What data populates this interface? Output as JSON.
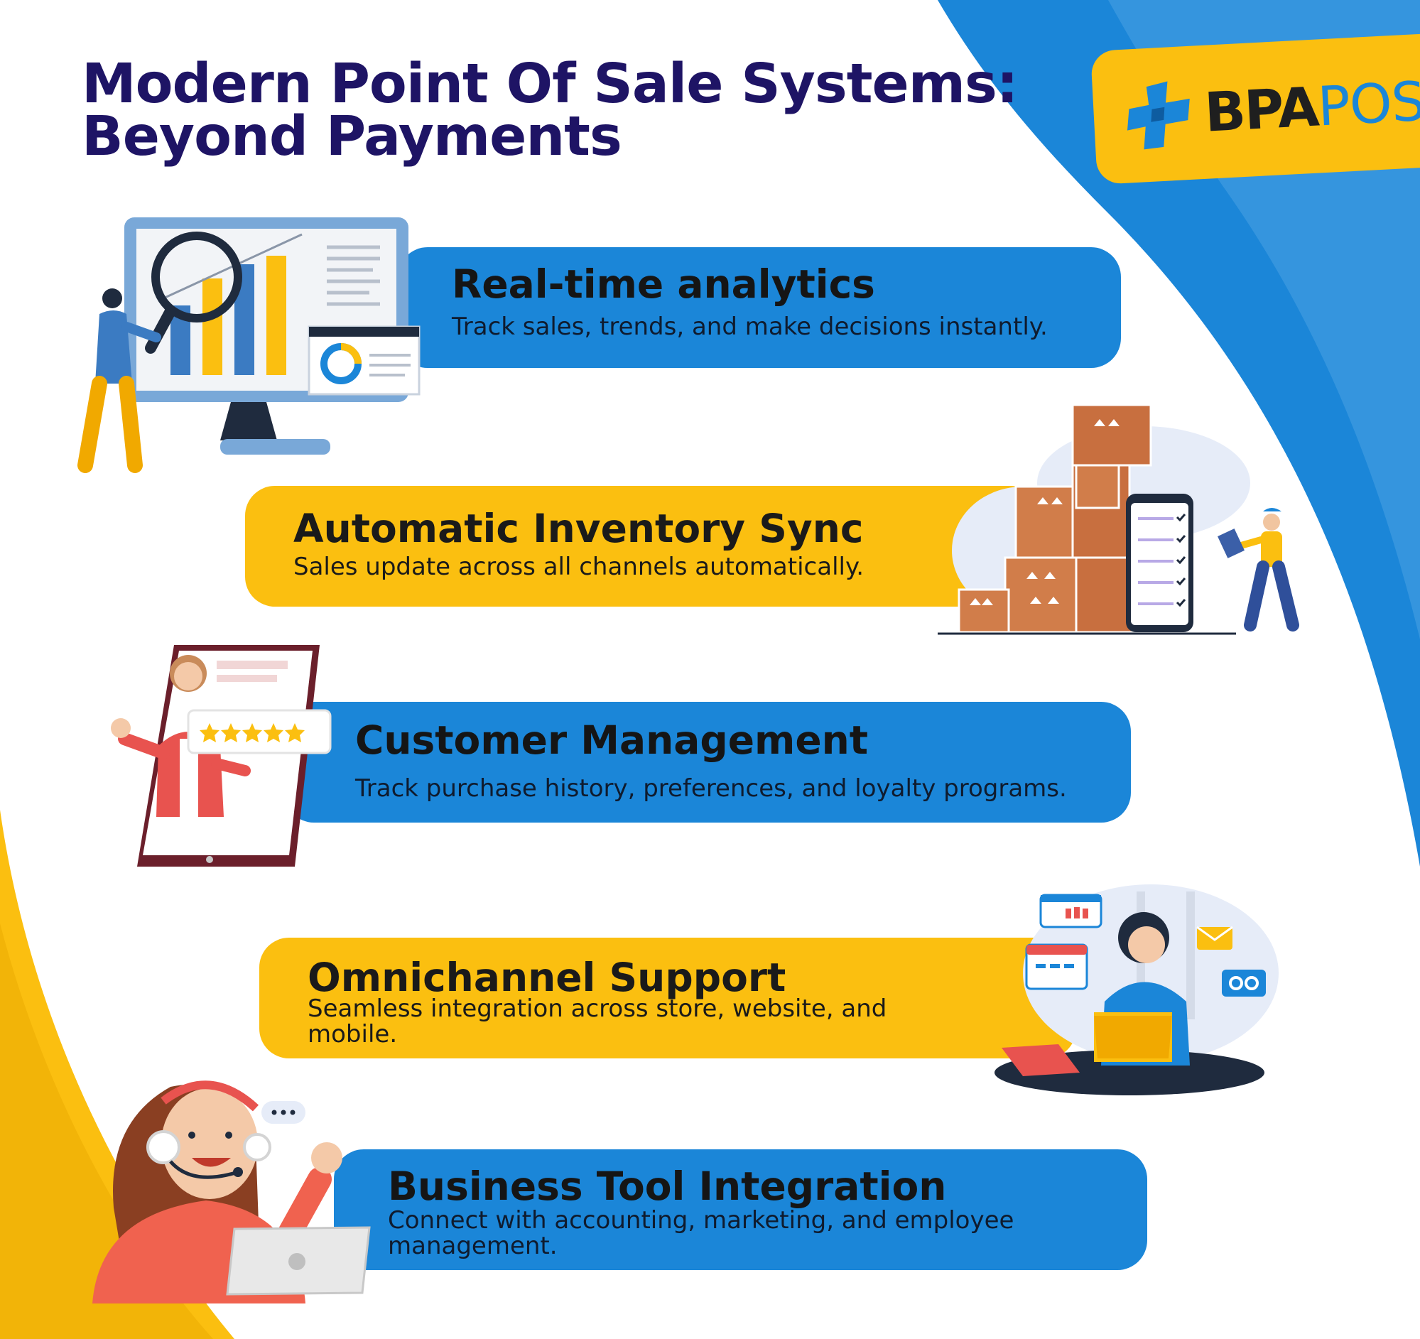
{
  "title": {
    "line1": "Modern Point Of Sale Systems:",
    "line2": "Beyond Payments"
  },
  "logo": {
    "bpa": "BPA",
    "pos": "POS",
    "icon": "medical-cross-logo-icon"
  },
  "colors": {
    "navy_title": "#1e1465",
    "blue": "#1b86d8",
    "yellow": "#fbbf10",
    "white": "#ffffff"
  },
  "features": [
    {
      "title": "Real-time analytics",
      "description": "Track sales, trends, and make decisions instantly.",
      "color": "blue",
      "illustration": "analytics-monitor-illustration"
    },
    {
      "title": "Automatic Inventory Sync",
      "description": "Sales update across all channels automatically.",
      "color": "yellow",
      "illustration": "inventory-boxes-illustration"
    },
    {
      "title": "Customer Management",
      "description": "Track purchase history, preferences, and loyalty programs.",
      "color": "blue",
      "illustration": "customer-rating-illustration"
    },
    {
      "title": "Omnichannel Support",
      "description": "Seamless integration across store, website, and mobile.",
      "color": "yellow",
      "illustration": "omnichannel-desk-illustration"
    },
    {
      "title": "Business Tool Integration",
      "description": "Connect with accounting, marketing, and employee management.",
      "color": "blue",
      "illustration": "support-agent-illustration"
    }
  ]
}
